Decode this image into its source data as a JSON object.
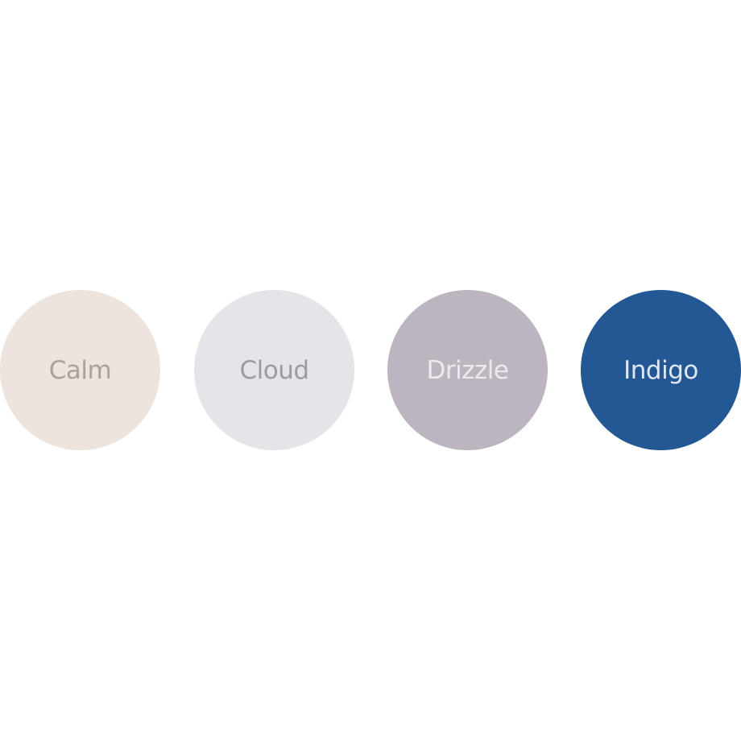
{
  "swatches": [
    {
      "name": "Calm",
      "color": "#ede4dd",
      "text_color": "#a8a19d"
    },
    {
      "name": "Cloud",
      "color": "#e4e5e9",
      "text_color": "#9b9ca2"
    },
    {
      "name": "Drizzle",
      "color": "#bcb4bf",
      "text_color": "#ede9ef"
    },
    {
      "name": "Indigo",
      "color": "#245895",
      "text_color": "#dfe7f2"
    }
  ]
}
